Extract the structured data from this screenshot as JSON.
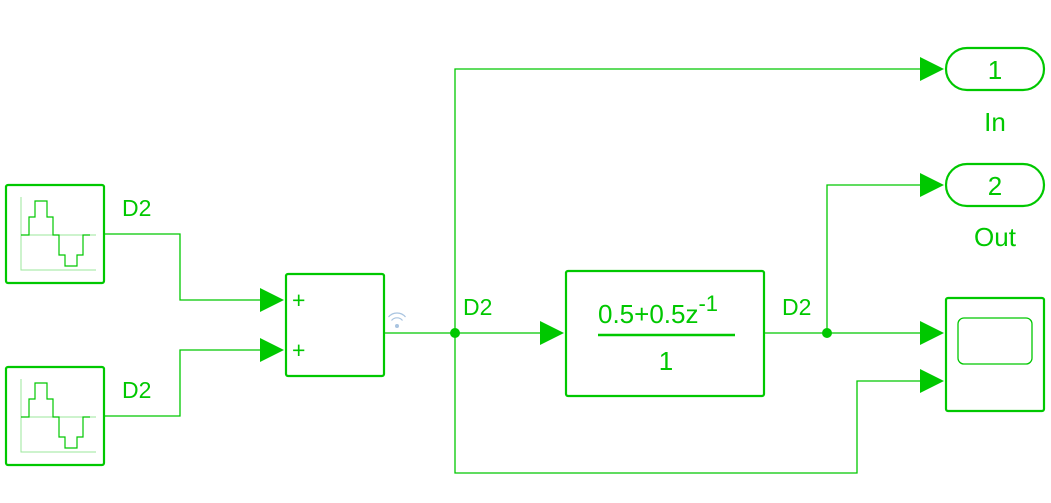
{
  "colors": {
    "signal": "#00C800",
    "background": "#ffffff",
    "indicator": "#A9C4E0"
  },
  "signal_labels": {
    "src1": "D2",
    "src2": "D2",
    "sum_out": "D2",
    "tf_out": "D2"
  },
  "sum_block": {
    "input1_sign": "+",
    "input2_sign": "+"
  },
  "transfer_fn": {
    "numerator": "0.5+0.5z",
    "exponent": "-1",
    "denominator": "1"
  },
  "outports": [
    {
      "number": "1",
      "name": "In"
    },
    {
      "number": "2",
      "name": "Out"
    }
  ],
  "icons": {
    "source": "sine-wave-icon",
    "scope": "scope-screen-icon",
    "test_point": "wireless-indicator-icon"
  }
}
